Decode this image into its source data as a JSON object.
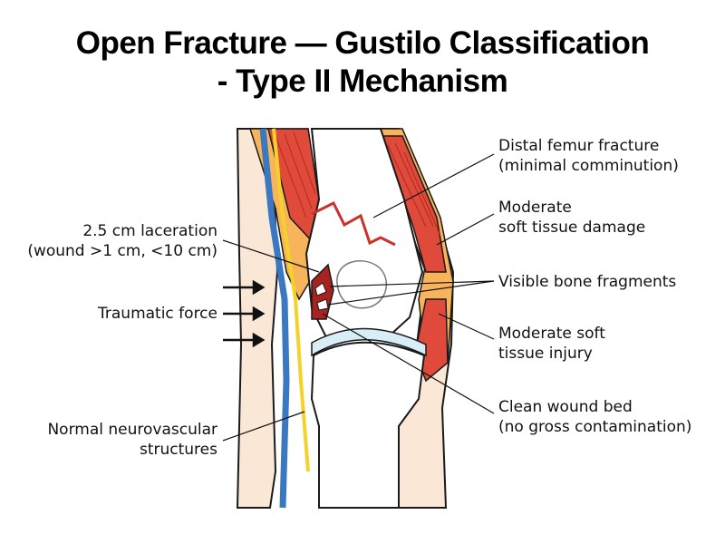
{
  "title": {
    "line1": "Open Fracture — Gustilo Classification",
    "line2": "- Type II Mechanism"
  },
  "labels": {
    "femur_fracture": {
      "line1": "Distal femur fracture",
      "line2": "(minimal comminution)"
    },
    "soft_tissue_damage": {
      "line1": "Moderate",
      "line2": "soft tissue damage"
    },
    "bone_fragments": {
      "line1": "Visible bone fragments"
    },
    "soft_tissue_injury": {
      "line1": "Moderate soft",
      "line2": "tissue injury"
    },
    "clean_wound": {
      "line1": "Clean wound bed",
      "line2": "(no gross contamination)"
    },
    "laceration": {
      "line1": "2.5 cm laceration",
      "line2": "(wound >1 cm, <10 cm)"
    },
    "traumatic_force": {
      "line1": "Traumatic force"
    },
    "neurovascular": {
      "line1": "Normal neurovascular",
      "line2": "structures"
    }
  },
  "colors": {
    "skin": "#fbe7d6",
    "fat": "#f7b45a",
    "muscle": "#e04a3a",
    "bone": "#ffffff",
    "cartilage": "#d8eef6",
    "artery": "#3a78c2",
    "nerve": "#f5d22a",
    "wound": "#a8231f",
    "fracture_line": "#c8322a",
    "outline": "#1a1a1a"
  }
}
